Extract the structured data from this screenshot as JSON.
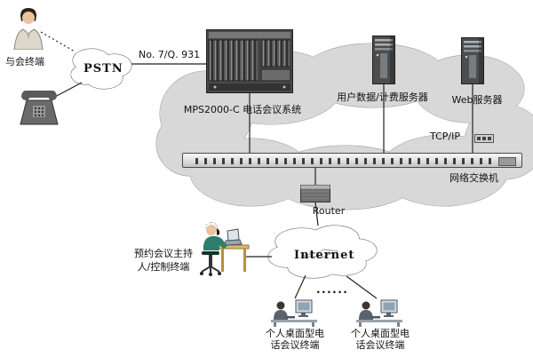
{
  "diagram": {
    "type": "network-topology",
    "clouds": {
      "pstn": "PSTN",
      "internet": "Internet"
    },
    "labels": {
      "attendee": "与会终端",
      "trunk_link": "No. 7/Q. 931",
      "mps_system": "MPS2000-C 电话会议系统",
      "billing_server": "用户数据/计费服务器",
      "web_server": "Web服务器",
      "tcp_ip": "TCP/IP",
      "network_switch": "网络交换机",
      "router": "Router",
      "host_terminal_line1": "预约会议主持",
      "host_terminal_line2": "人/控制终端",
      "ellipsis": "......",
      "desktop_terminal1_line1": "个人桌面型电",
      "desktop_terminal1_line2": "话会议终端",
      "desktop_terminal2_line1": "个人桌面型电",
      "desktop_terminal2_line2": "话会议终端"
    },
    "colors": {
      "backbone_cloud_fill": "#d8d8d8",
      "backbone_cloud_stroke": "#9b9b9b",
      "small_cloud_fill": "#ffffff",
      "small_cloud_stroke": "#555555",
      "line": "#222222"
    },
    "icons": [
      "attendee-person-icon",
      "telephone-icon",
      "mps-rack-icon",
      "billing-server-icon",
      "web-server-icon",
      "network-jack-icon",
      "switch-icon",
      "router-icon",
      "operator-at-desk-icon",
      "desktop-terminal-icon"
    ]
  }
}
